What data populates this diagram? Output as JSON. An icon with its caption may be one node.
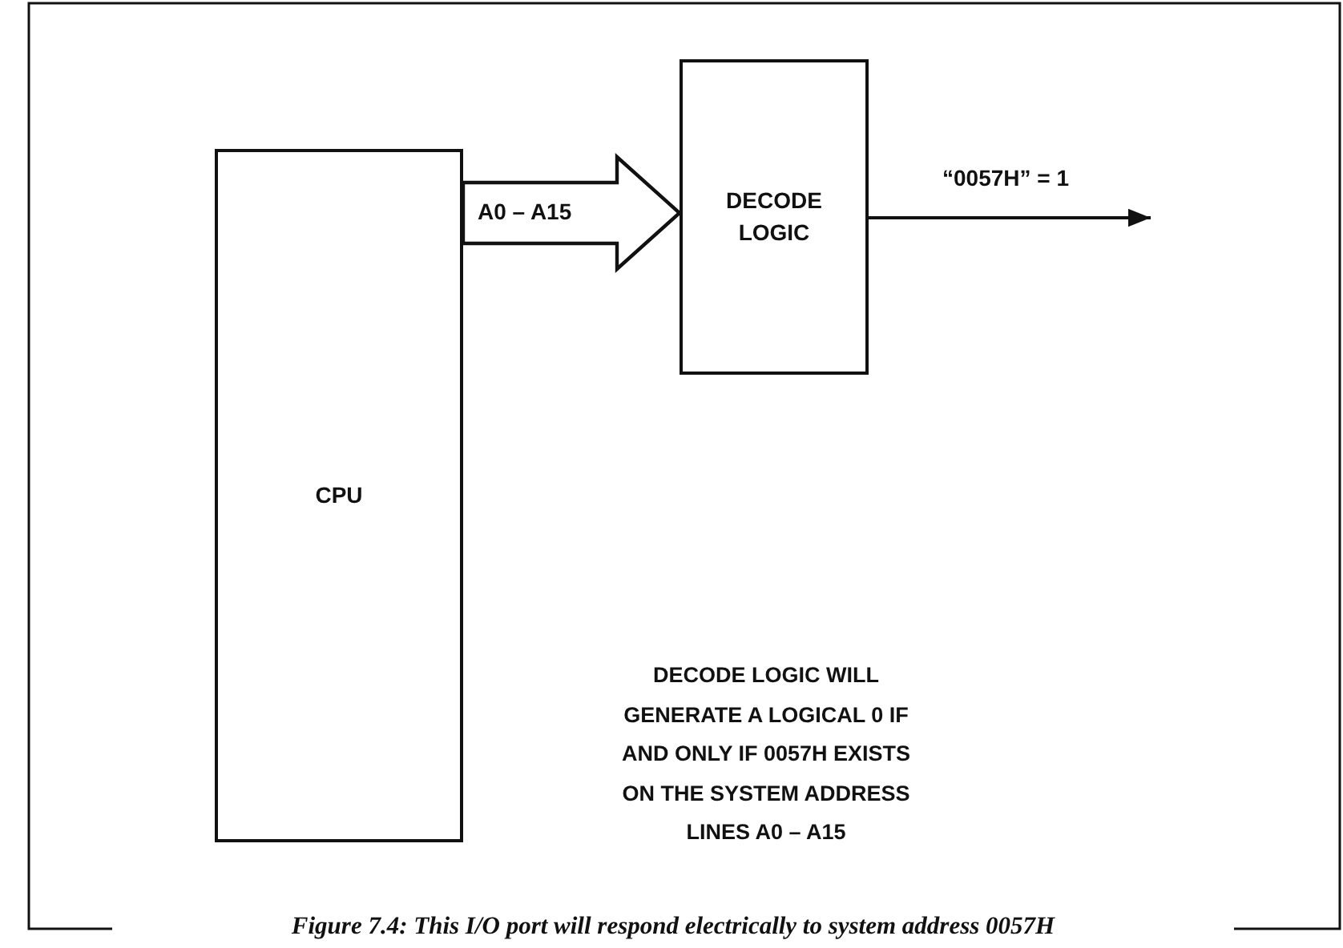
{
  "diagram": {
    "caption": "Figure 7.4: This I/O port will respond electrically to system address 0057H",
    "nodes": [
      {
        "text": [
          "CPU"
        ]
      },
      {
        "text": [
          "DECODE LOGIC"
        ]
      }
    ],
    "edges": [
      {
        "from": 0,
        "to": 1,
        "arrow": "to",
        "label": "A0 – A15",
        "style": "thick"
      },
      {
        "from": 1,
        "to": null,
        "arrow": "to",
        "label": "“0057H” = 1"
      }
    ],
    "labels": [
      "DECODE LOGIC WILL GENERATE A LOGICAL 0 IF AND ONLY IF 0057H EXISTS ON THE SYSTEM ADDRESS LINES A0 – A15"
    ]
  }
}
